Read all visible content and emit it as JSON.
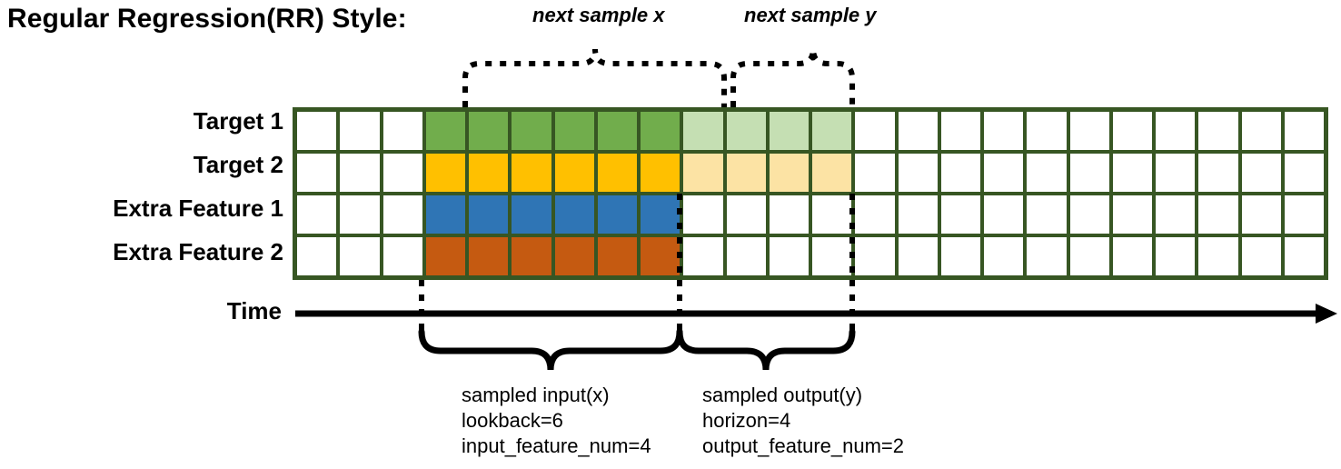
{
  "title": "Regular Regression(RR) Style:",
  "row_labels": [
    {
      "id": "target-1",
      "label": "Target 1"
    },
    {
      "id": "target-2",
      "label": "Target 2"
    },
    {
      "id": "extra-feature-1",
      "label": "Extra Feature 1"
    },
    {
      "id": "extra-feature-2",
      "label": "Extra Feature 2"
    }
  ],
  "time_axis": {
    "label": "Time"
  },
  "annotations": {
    "next_sample_x": "next sample x",
    "next_sample_y": "next sample y"
  },
  "captions": {
    "input": [
      "sampled input(x)",
      "lookback=6",
      "input_feature_num=4"
    ],
    "output": [
      "sampled output(y)",
      "horizon=4",
      "output_feature_num=2"
    ]
  },
  "colors": {
    "grid_border": "#375623",
    "target1_input": "#71ad4c",
    "target1_output": "#c5dfb3",
    "target2_input": "#ffc000",
    "target2_output": "#fce3a4",
    "extra1_input": "#2f75b5",
    "extra2_input": "#c55a11",
    "empty": "#ffffff",
    "line": "#000000"
  },
  "grid": {
    "columns": 24,
    "rows": 4,
    "input_start_col": 3,
    "input_end_col": 9,
    "output_start_col": 9,
    "output_end_col": 13,
    "cells": [
      [
        "empty",
        "empty",
        "empty",
        "green",
        "green",
        "green",
        "green",
        "green",
        "green",
        "green-lt",
        "green-lt",
        "green-lt",
        "green-lt",
        "empty",
        "empty",
        "empty",
        "empty",
        "empty",
        "empty",
        "empty",
        "empty",
        "empty",
        "empty",
        "empty"
      ],
      [
        "empty",
        "empty",
        "empty",
        "gold",
        "gold",
        "gold",
        "gold",
        "gold",
        "gold",
        "gold-lt",
        "gold-lt",
        "gold-lt",
        "gold-lt",
        "empty",
        "empty",
        "empty",
        "empty",
        "empty",
        "empty",
        "empty",
        "empty",
        "empty",
        "empty",
        "empty"
      ],
      [
        "empty",
        "empty",
        "empty",
        "blue",
        "blue",
        "blue",
        "blue",
        "blue",
        "blue",
        "empty",
        "empty",
        "empty",
        "empty",
        "empty",
        "empty",
        "empty",
        "empty",
        "empty",
        "empty",
        "empty",
        "empty",
        "empty",
        "empty",
        "empty"
      ],
      [
        "empty",
        "empty",
        "empty",
        "orange",
        "orange",
        "orange",
        "orange",
        "orange",
        "orange",
        "empty",
        "empty",
        "empty",
        "empty",
        "empty",
        "empty",
        "empty",
        "empty",
        "empty",
        "empty",
        "empty",
        "empty",
        "empty",
        "empty",
        "empty"
      ]
    ]
  }
}
